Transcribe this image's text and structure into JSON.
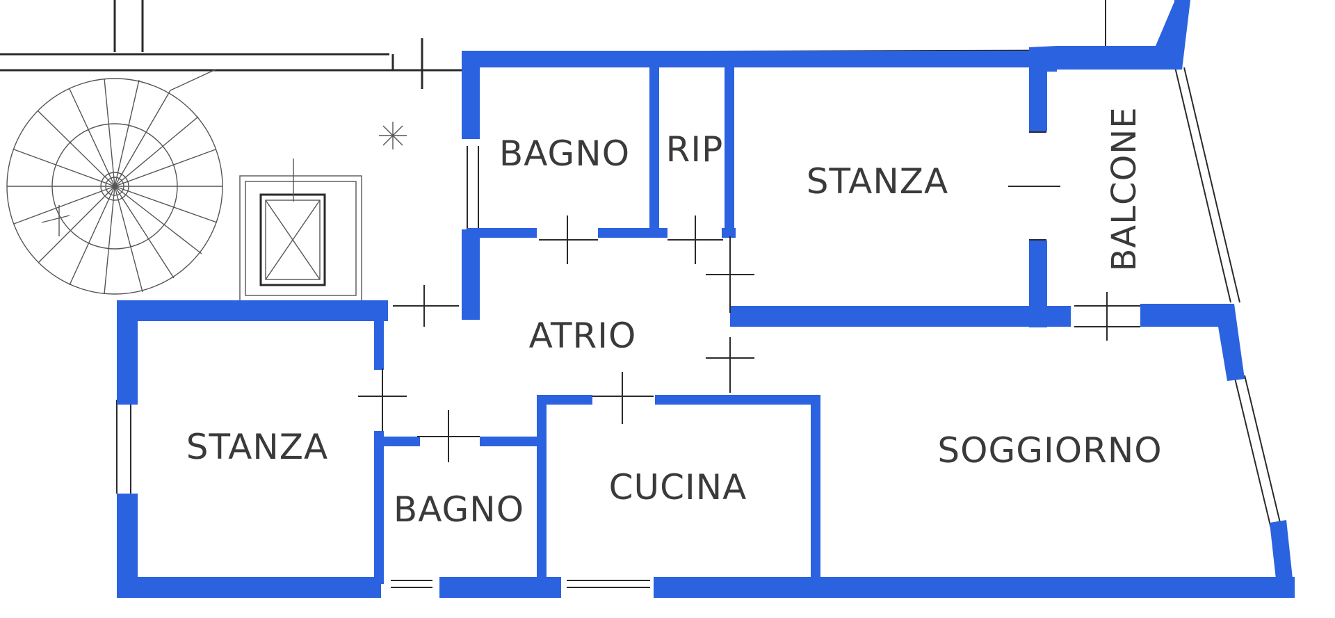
{
  "colors": {
    "wall_fill": "#2b62e0",
    "line": "#2a2a2a",
    "label": "#3a3a3a",
    "background": "#ffffff"
  },
  "rooms": {
    "bagno_top": "BAGNO",
    "rip": "RIP",
    "stanza_top": "STANZA",
    "balcone": "BALCONE",
    "atrio": "ATRIO",
    "stanza_left": "STANZA",
    "bagno_bottom": "BAGNO",
    "cucina": "CUCINA",
    "soggiorno": "SOGGIORNO"
  },
  "icons": [
    "spiral-staircase-icon",
    "light-fixture-icon",
    "elevator-shaft-icon"
  ]
}
